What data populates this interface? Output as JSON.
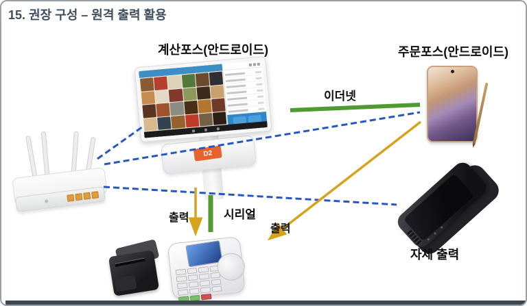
{
  "slide": {
    "title": "15. 권장 구성 – 원격 출력 활용"
  },
  "labels": {
    "checkout_pos": "계산포스(안드로이드)",
    "order_pos": "주문포스(안드로이드)",
    "ethernet": "이더넷",
    "output_left": "출력",
    "serial": "시리얼",
    "output_right": "출력",
    "self_output": "자체 출력"
  },
  "pos_monitor": {
    "badge": "D2"
  },
  "devices": [
    {
      "id": "wifi-router"
    },
    {
      "id": "checkout-pos-monitor"
    },
    {
      "id": "order-pos-phone"
    },
    {
      "id": "receipt-printer"
    },
    {
      "id": "card-terminal"
    },
    {
      "id": "mobile-pos-self-print"
    }
  ],
  "connections": [
    {
      "from": "wifi-router",
      "to": "checkout-pos-monitor",
      "type": "wifi",
      "style": "blue-dashed"
    },
    {
      "from": "wifi-router",
      "to": "order-pos-phone",
      "type": "wifi",
      "style": "blue-dashed"
    },
    {
      "from": "wifi-router",
      "to": "mobile-pos-self-print",
      "type": "wifi",
      "style": "blue-dashed"
    },
    {
      "from": "checkout-pos-monitor",
      "to": "order-pos-phone",
      "type": "ethernet",
      "label": "이더넷",
      "style": "green-solid"
    },
    {
      "from": "checkout-pos-monitor",
      "to": "card-terminal",
      "type": "serial",
      "label": "시리얼",
      "style": "green-solid"
    },
    {
      "from": "checkout-pos-monitor",
      "to": "card-terminal",
      "type": "print-output",
      "label": "출력",
      "style": "yellow-arrow"
    },
    {
      "from": "order-pos-phone",
      "to": "card-terminal",
      "type": "print-output",
      "label": "출력",
      "style": "yellow-arrow"
    },
    {
      "from": "mobile-pos-self-print",
      "to": "mobile-pos-self-print",
      "type": "self-print",
      "label": "자체 출력"
    }
  ],
  "colors": {
    "title": "#3f4d5c",
    "wifi_dashed": "#2456c6",
    "ethernet_green": "#4f9b31",
    "output_yellow": "#d7a31a",
    "pos_badge_orange": "#e8622d"
  }
}
